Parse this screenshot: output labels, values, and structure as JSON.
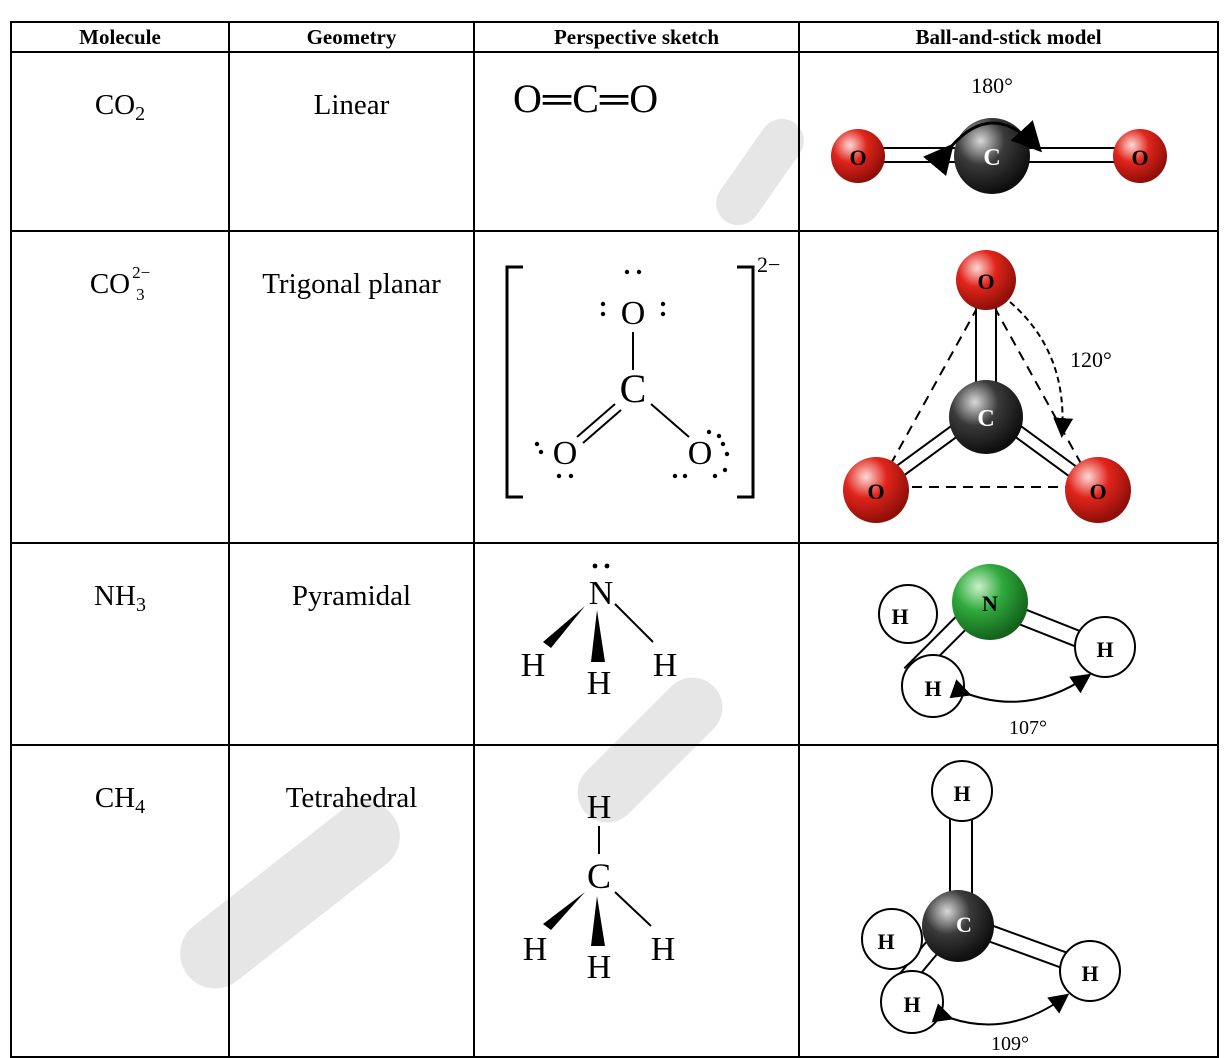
{
  "table": {
    "headers": [
      "Molecule",
      "Geometry",
      "Perspective sketch",
      "Ball-and-stick model"
    ],
    "rows": [
      {
        "molecule": {
          "base": "CO",
          "sub": "2"
        },
        "geometry": "Linear",
        "sketch": {
          "formula": "O═C═O"
        },
        "model": {
          "angle": "180°",
          "center": "C",
          "ligand": "O"
        }
      },
      {
        "molecule": {
          "base": "CO",
          "sup": "2−",
          "sub": "3"
        },
        "geometry": "Trigonal planar",
        "sketch": {
          "center": "C",
          "ligand": "O",
          "charge": "2−"
        },
        "model": {
          "angle": "120°",
          "center": "C",
          "ligand": "O"
        }
      },
      {
        "molecule": {
          "base": "NH",
          "sub": "3"
        },
        "geometry": "Pyramidal",
        "sketch": {
          "center": "N",
          "ligand": "H"
        },
        "model": {
          "angle": "107°",
          "center": "N",
          "ligand": "H"
        }
      },
      {
        "molecule": {
          "base": "CH",
          "sub": "4"
        },
        "geometry": "Tetrahedral",
        "sketch": {
          "center": "C",
          "ligand": "H"
        },
        "model": {
          "angle": "109°",
          "center": "C",
          "ligand": "H"
        }
      }
    ]
  },
  "colors": {
    "oxygen": "#e0251c",
    "carbon": "#2a2a2a",
    "nitrogen": "#2faa3c",
    "hydrogen": "#ffffff",
    "watermark": "#e6e6e6"
  }
}
